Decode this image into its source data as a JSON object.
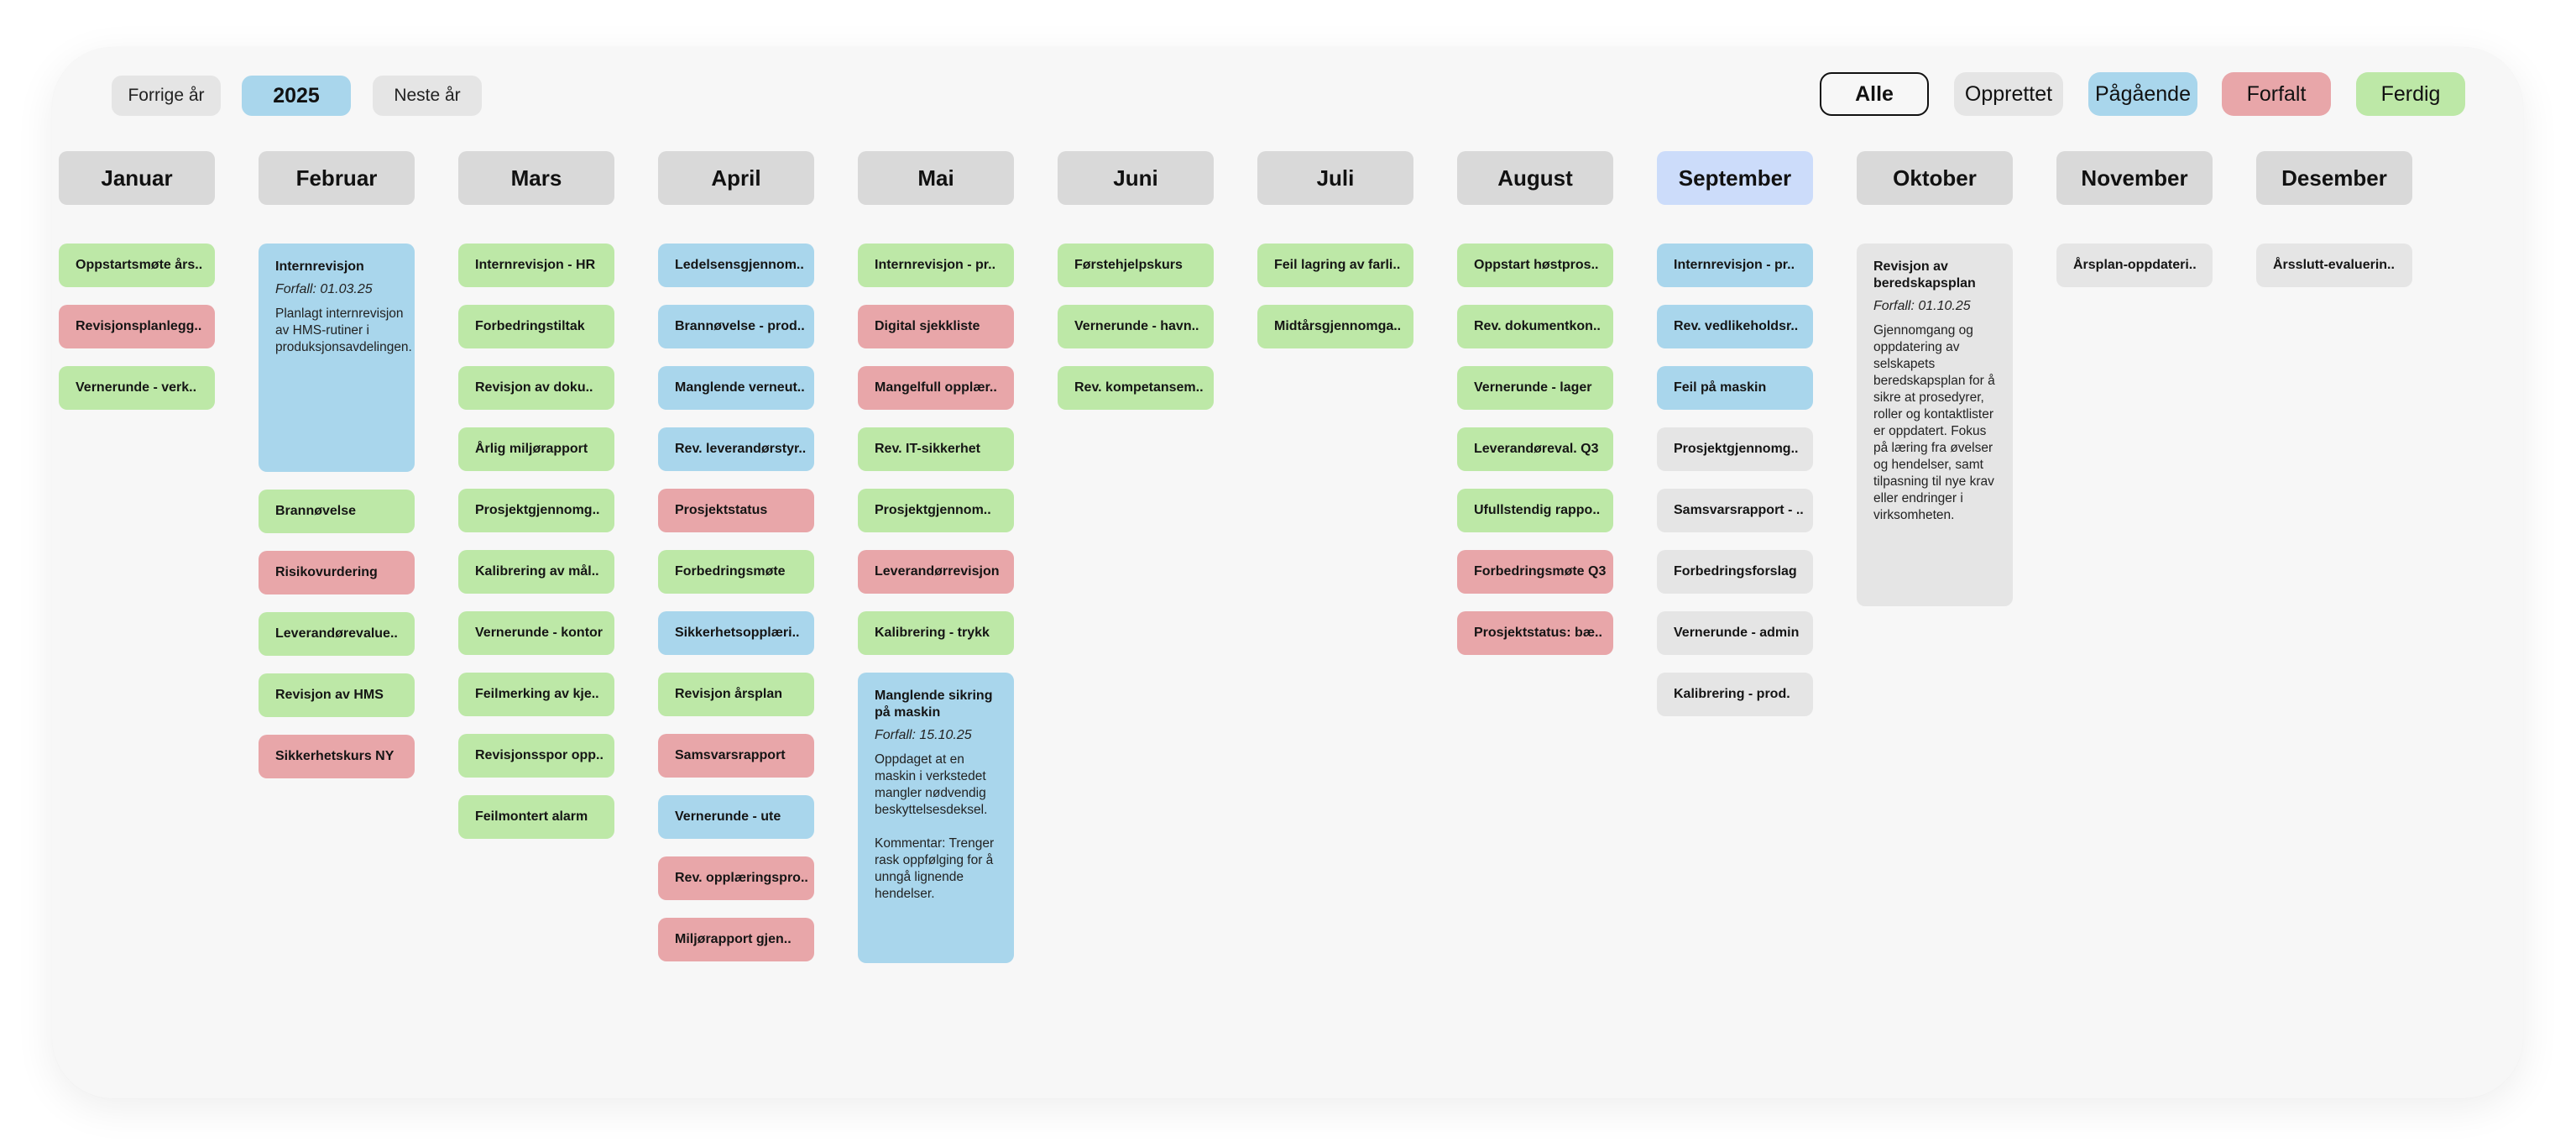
{
  "year_nav": {
    "prev_label": "Forrige år",
    "year": "2025",
    "next_label": "Neste år"
  },
  "filters": {
    "all": "Alle",
    "created": "Opprettet",
    "ongoing": "Pågående",
    "overdue": "Forfalt",
    "done": "Ferdig"
  },
  "colors": {
    "ferdig": "#bde8a7",
    "forfalt": "#e8a6a9",
    "pagaende": "#a9d6ec",
    "opprettet": "#e5e5e5",
    "current_month": "#ccdcfa",
    "month_header": "#d9d9d9"
  },
  "months": [
    {
      "name": "Januar",
      "tasks": [
        {
          "title": "Oppstartsmøte års..",
          "status": "ferdig"
        },
        {
          "title": "Revisjonsplanlegg..",
          "status": "forfalt"
        },
        {
          "title": "Vernerunde - verk..",
          "status": "ferdig"
        }
      ]
    },
    {
      "name": "Februar",
      "tasks": [
        {
          "title": "Internrevisjon",
          "status": "pagaende",
          "expanded": true,
          "due": "Forfall: 01.03.25",
          "description": "Planlagt internrevisjon av HMS-rutiner i produksjonsavdelingen."
        },
        {
          "title": "Brannøvelse",
          "status": "ferdig"
        },
        {
          "title": "Risikovurdering",
          "status": "forfalt"
        },
        {
          "title": "Leverandørevalue..",
          "status": "ferdig"
        },
        {
          "title": "Revisjon av HMS",
          "status": "ferdig"
        },
        {
          "title": "Sikkerhetskurs NY",
          "status": "forfalt"
        }
      ]
    },
    {
      "name": "Mars",
      "tasks": [
        {
          "title": "Internrevisjon - HR",
          "status": "ferdig"
        },
        {
          "title": "Forbedringstiltak",
          "status": "ferdig"
        },
        {
          "title": "Revisjon av doku..",
          "status": "ferdig"
        },
        {
          "title": "Årlig miljørapport",
          "status": "ferdig"
        },
        {
          "title": "Prosjektgjennomg..",
          "status": "ferdig"
        },
        {
          "title": "Kalibrering av mål..",
          "status": "ferdig"
        },
        {
          "title": "Vernerunde - kontor",
          "status": "ferdig"
        },
        {
          "title": "Feilmerking av kje..",
          "status": "ferdig"
        },
        {
          "title": "Revisjonsspor opp..",
          "status": "ferdig"
        },
        {
          "title": "Feilmontert alarm",
          "status": "ferdig"
        }
      ]
    },
    {
      "name": "April",
      "tasks": [
        {
          "title": "Ledelsensgjennom..",
          "status": "pagaende"
        },
        {
          "title": "Brannøvelse - prod..",
          "status": "pagaende"
        },
        {
          "title": "Manglende verneut..",
          "status": "pagaende"
        },
        {
          "title": "Rev. leverandørstyr..",
          "status": "pagaende"
        },
        {
          "title": "Prosjektstatus",
          "status": "forfalt"
        },
        {
          "title": "Forbedringsmøte",
          "status": "ferdig"
        },
        {
          "title": "Sikkerhetsopplæri..",
          "status": "pagaende"
        },
        {
          "title": "Revisjon årsplan",
          "status": "ferdig"
        },
        {
          "title": "Samsvarsrapport",
          "status": "forfalt"
        },
        {
          "title": "Vernerunde - ute",
          "status": "pagaende"
        },
        {
          "title": "Rev. opplæringspro..",
          "status": "forfalt"
        },
        {
          "title": "Miljørapport gjen..",
          "status": "forfalt"
        }
      ]
    },
    {
      "name": "Mai",
      "tasks": [
        {
          "title": "Internrevisjon - pr..",
          "status": "ferdig"
        },
        {
          "title": "Digital sjekkliste",
          "status": "forfalt"
        },
        {
          "title": "Mangelfull opplær..",
          "status": "forfalt"
        },
        {
          "title": "Rev. IT-sikkerhet",
          "status": "ferdig"
        },
        {
          "title": "Prosjektgjennom..",
          "status": "ferdig"
        },
        {
          "title": "Leverandørrevisjon",
          "status": "forfalt"
        },
        {
          "title": "Kalibrering - trykk",
          "status": "ferdig"
        },
        {
          "title": "Manglende sikring på maskin",
          "status": "pagaende",
          "expanded": true,
          "due": "Forfall: 15.10.25",
          "description": "Oppdaget at en maskin i verkstedet mangler nødvendig beskyttelsesdeksel.\n\nKommentar: Trenger rask oppfølging for å unngå lignende hendelser."
        }
      ]
    },
    {
      "name": "Juni",
      "tasks": [
        {
          "title": "Førstehjelpskurs",
          "status": "ferdig"
        },
        {
          "title": "Vernerunde - havn..",
          "status": "ferdig"
        },
        {
          "title": "Rev. kompetansem..",
          "status": "ferdig"
        }
      ]
    },
    {
      "name": "Juli",
      "tasks": [
        {
          "title": "Feil lagring av farli..",
          "status": "ferdig"
        },
        {
          "title": "Midtårsgjennomga..",
          "status": "ferdig"
        }
      ]
    },
    {
      "name": "August",
      "tasks": [
        {
          "title": "Oppstart høstpros..",
          "status": "ferdig"
        },
        {
          "title": "Rev. dokumentkon..",
          "status": "ferdig"
        },
        {
          "title": "Vernerunde - lager",
          "status": "ferdig"
        },
        {
          "title": "Leverandøreval. Q3",
          "status": "ferdig"
        },
        {
          "title": "Ufullstendig rappo..",
          "status": "ferdig"
        },
        {
          "title": "Forbedringsmøte Q3",
          "status": "forfalt"
        },
        {
          "title": "Prosjektstatus: bæ..",
          "status": "forfalt"
        }
      ]
    },
    {
      "name": "September",
      "current": true,
      "tasks": [
        {
          "title": "Internrevisjon - pr..",
          "status": "pagaende"
        },
        {
          "title": "Rev. vedlikeholdsr..",
          "status": "pagaende"
        },
        {
          "title": "Feil på maskin",
          "status": "pagaende"
        },
        {
          "title": "Prosjektgjennomg..",
          "status": "opprettet"
        },
        {
          "title": "Samsvarsrapport - ..",
          "status": "opprettet"
        },
        {
          "title": "Forbedringsforslag",
          "status": "opprettet"
        },
        {
          "title": "Vernerunde - admin",
          "status": "opprettet"
        },
        {
          "title": "Kalibrering - prod.",
          "status": "opprettet"
        }
      ]
    },
    {
      "name": "Oktober",
      "tasks": [
        {
          "title": "Revisjon av beredskapsplan",
          "status": "opprettet",
          "expanded": true,
          "due": "Forfall: 01.10.25",
          "description": "Gjennomgang og oppdatering av selskapets beredskapsplan for å sikre at prosedyrer, roller og kontaktlister er oppdatert. Fokus på læring fra øvelser og hendelser, samt tilpasning til nye krav eller endringer i virksomheten."
        }
      ]
    },
    {
      "name": "November",
      "tasks": [
        {
          "title": "Årsplan-oppdateri..",
          "status": "opprettet"
        }
      ]
    },
    {
      "name": "Desember",
      "tasks": [
        {
          "title": "Årsslutt-evaluerin..",
          "status": "opprettet"
        }
      ]
    }
  ]
}
